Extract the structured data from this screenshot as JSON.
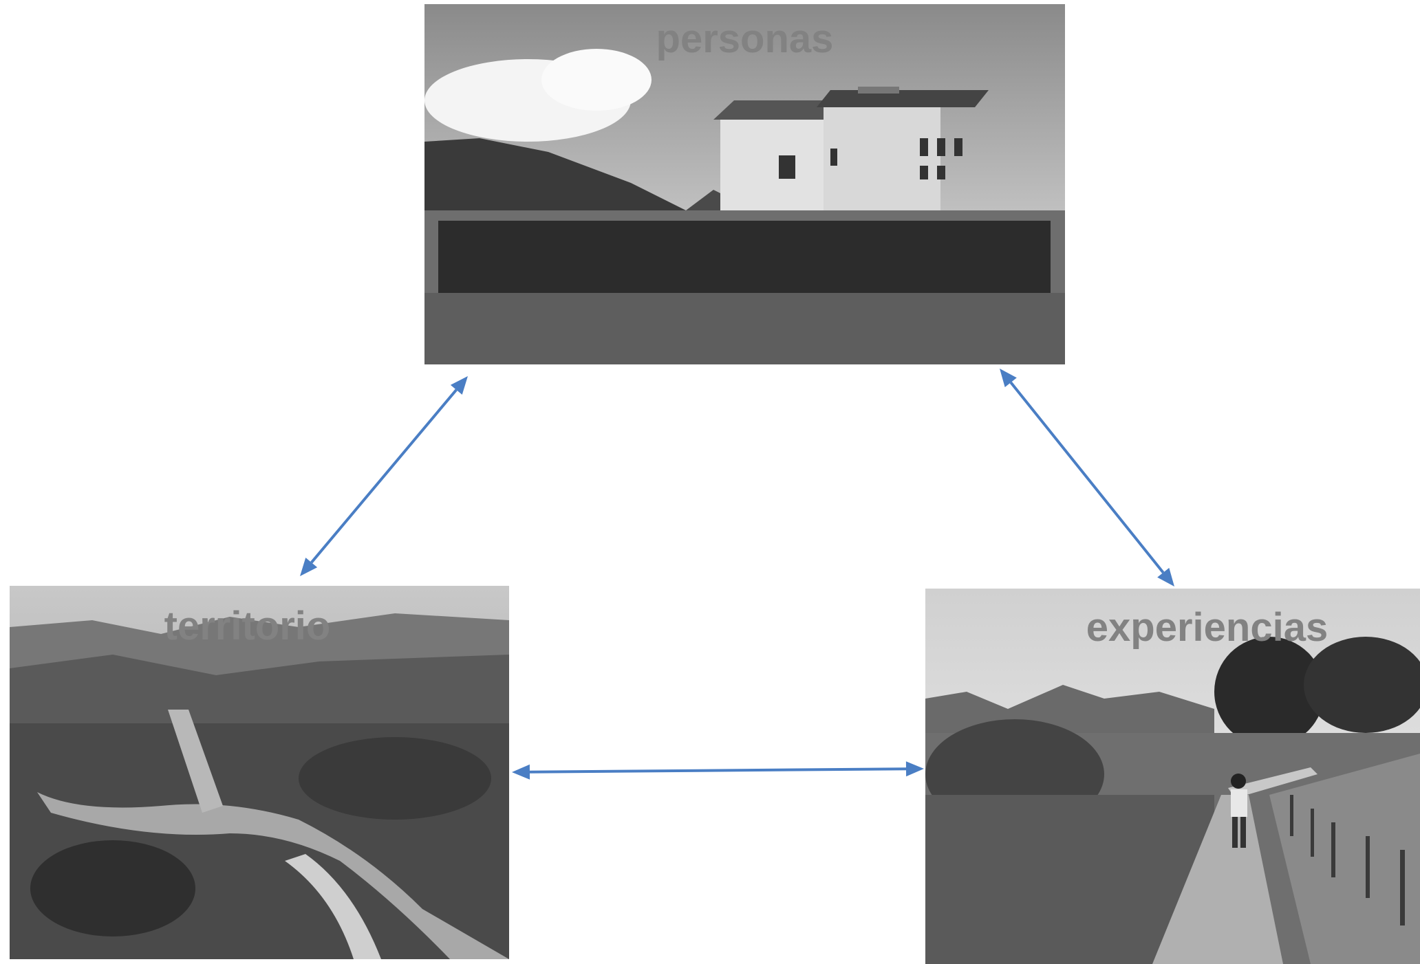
{
  "nodes": {
    "personas": {
      "label": "personas"
    },
    "territorio": {
      "label": "territorio"
    },
    "experiencias": {
      "label": "experiencias"
    }
  },
  "colors": {
    "label": "#FF6A00",
    "arrow": "#4A7EC4"
  },
  "edges": [
    {
      "from": "personas",
      "to": "territorio",
      "bidirectional": true
    },
    {
      "from": "personas",
      "to": "experiencias",
      "bidirectional": true
    },
    {
      "from": "territorio",
      "to": "experiencias",
      "bidirectional": true
    }
  ]
}
